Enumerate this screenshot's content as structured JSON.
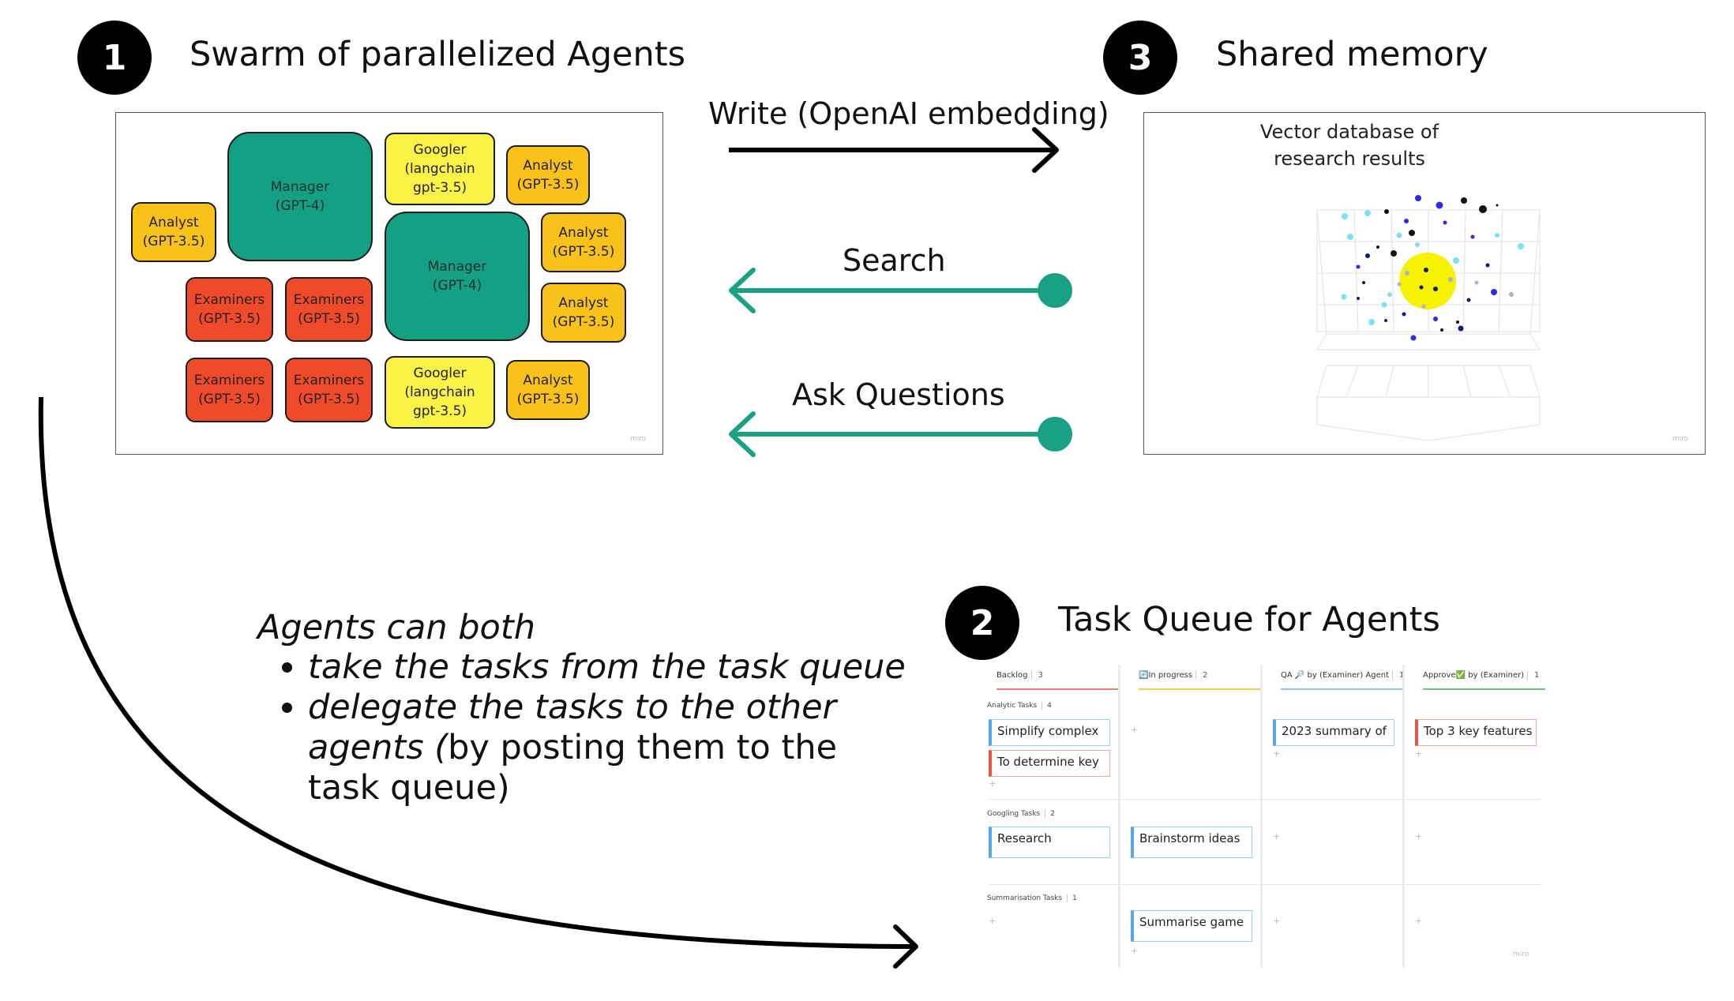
{
  "sections": {
    "agents": {
      "number": "1",
      "title": "Swarm of parallelized Agents"
    },
    "memory": {
      "number": "3",
      "title": "Shared memory"
    },
    "queue": {
      "number": "2",
      "title": "Task Queue for Agents"
    }
  },
  "arrows": {
    "write": "Write (OpenAI embedding)",
    "search": "Search",
    "ask": "Ask Questions"
  },
  "agents_frame": {
    "watermark": "miro",
    "nodes": {
      "manager_1": "Manager\n(GPT-4)",
      "manager_2": "Manager\n(GPT-4)",
      "googler_1": "Googler\n(langchain\ngpt-3.5)",
      "googler_2": "Googler\n(langchain\ngpt-3.5)",
      "analyst_1": "Analyst\n(GPT-3.5)",
      "analyst_2": "Analyst\n(GPT-3.5)",
      "analyst_3": "Analyst\n(GPT-3.5)",
      "analyst_4": "Analyst\n(GPT-3.5)",
      "analyst_5": "Analyst\n(GPT-3.5)",
      "examiner_1": "Examiners\n(GPT-3.5)",
      "examiner_2": "Examiners\n(GPT-3.5)",
      "examiner_3": "Examiners\n(GPT-3.5)",
      "examiner_4": "Examiners\n(GPT-3.5)"
    }
  },
  "memory_frame": {
    "title": "Vector database of\nresearch results",
    "watermark": "miro"
  },
  "note": {
    "intro": "Agents can both",
    "item1": "take the tasks from the task queue",
    "item2_italic": "delegate the tasks to the other agents (",
    "item2_plain": "by posting them to the task queue)"
  },
  "task_board": {
    "watermark": "miro",
    "columns": [
      {
        "name": "Backlog",
        "count": "3",
        "color": "#f0806a"
      },
      {
        "name": "🔄In progress",
        "count": "2",
        "color": "#f6c95a"
      },
      {
        "name": "QA 🔎 by (Examiner) Agent",
        "count": "1",
        "color": "#8cc6f0"
      },
      {
        "name": "Approve✅ by (Examiner)",
        "count": "1",
        "color": "#6cc46a"
      }
    ],
    "groups": [
      {
        "name": "Analytic Tasks",
        "count": "4"
      },
      {
        "name": "Googling Tasks",
        "count": "2"
      },
      {
        "name": "Summarisation Tasks",
        "count": "1"
      }
    ],
    "cards": {
      "simplify": "Simplify complex",
      "determine": "To determine key",
      "summary2023": "2023 summary of",
      "top3": "Top 3 key features",
      "research": "Research",
      "brainstorm": "Brainstorm ideas",
      "summarise_game": "Summarise game"
    }
  },
  "colors": {
    "teal": "#1aa085",
    "manager": "#14a085",
    "analyst": "#f8c21a",
    "examiner": "#ef4b2a",
    "googler": "#fbf246",
    "highlight": "#f6f200"
  }
}
